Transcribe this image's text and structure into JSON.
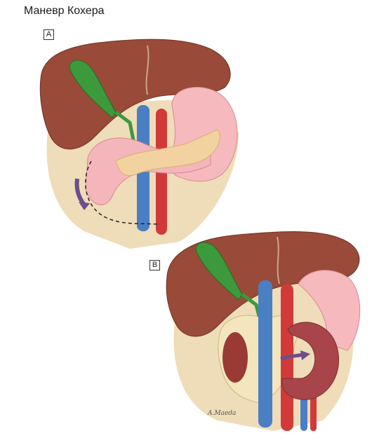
{
  "title": "Маневр Кохера",
  "panels": [
    {
      "label": "A"
    },
    {
      "label": "B"
    }
  ],
  "signature": "A.Maeda"
}
